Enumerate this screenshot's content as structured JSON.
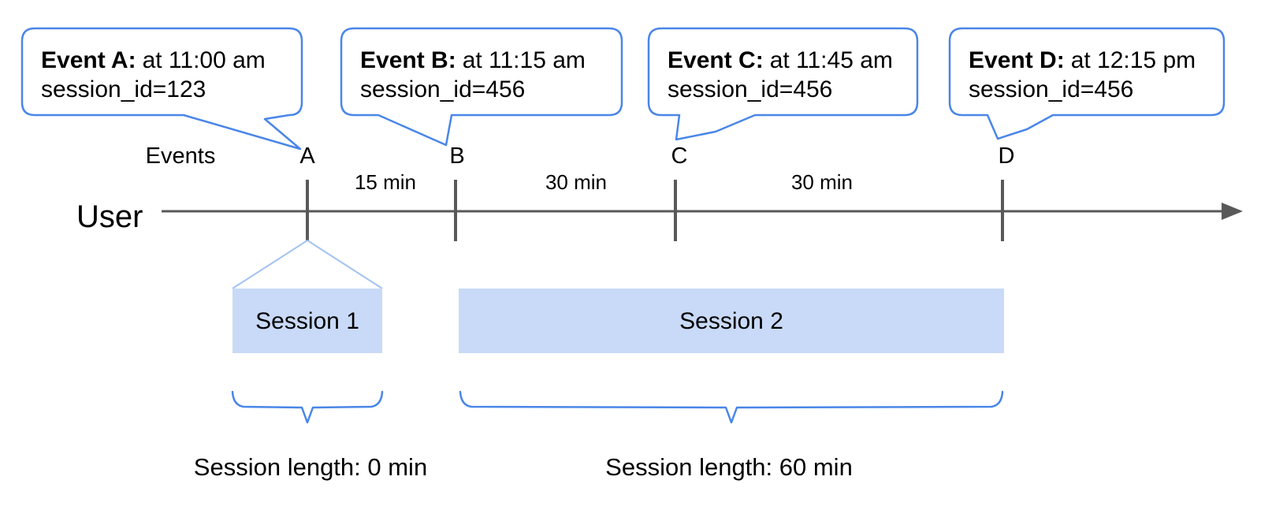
{
  "bubbles": [
    {
      "event_label": "Event A:",
      "event_time": "at 11:00 am",
      "session_line": "session_id=123"
    },
    {
      "event_label": "Event B:",
      "event_time": "at 11:15 am",
      "session_line": "session_id=456"
    },
    {
      "event_label": "Event C:",
      "event_time": "at 11:45 am",
      "session_line": "session_id=456"
    },
    {
      "event_label": "Event D:",
      "event_time": "at 12:15 pm",
      "session_line": "session_id=456"
    }
  ],
  "events_row": {
    "label": "Events",
    "letters": [
      "A",
      "B",
      "C",
      "D"
    ]
  },
  "timeline": {
    "user_label": "User",
    "intervals": [
      "15 min",
      "30 min",
      "30 min"
    ]
  },
  "sessions": [
    {
      "name": "Session 1",
      "length_label": "Session length: 0 min"
    },
    {
      "name": "Session 2",
      "length_label": "Session length: 60 min"
    }
  ],
  "colors": {
    "accent_blue": "#4a86e8",
    "light_blue_fill": "#c9daf8",
    "funnel_blue": "#a4c2f4",
    "timeline_gray": "#595959"
  }
}
